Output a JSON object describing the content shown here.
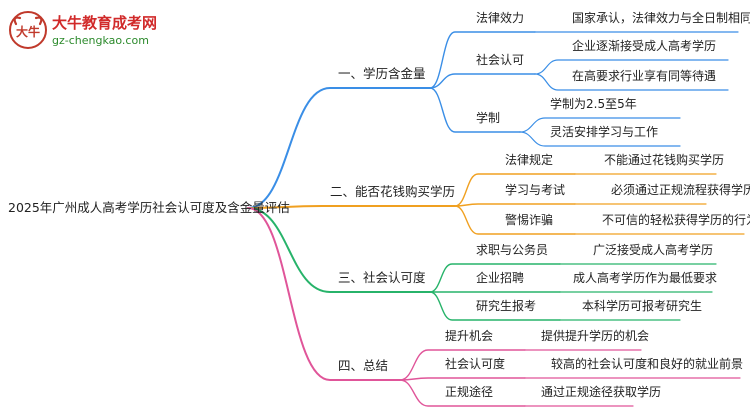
{
  "logo": {
    "mark_text": "大牛",
    "title": "大牛教育成考网",
    "url": "gz-chengkao.com",
    "colors": {
      "title": "#d12a2a",
      "url": "#2b8a2b",
      "mark": "#c0392b"
    }
  },
  "diagram": {
    "root": "2025年广州成人高考学历社会认可度及含金量评估",
    "branches": [
      {
        "label": "一、学历含金量",
        "color": "#3a8ee6",
        "children": [
          {
            "label": "法律效力",
            "leaves": [
              "国家承认，法律效力与全日制相同"
            ]
          },
          {
            "label": "社会认可",
            "leaves": [
              "企业逐渐接受成人高考学历",
              "在高要求行业享有同等待遇"
            ]
          },
          {
            "label": "学制",
            "leaves": [
              "学制为2.5至5年",
              "灵活安排学习与工作"
            ]
          }
        ]
      },
      {
        "label": "二、能否花钱购买学历",
        "color": "#f0a020",
        "children": [
          {
            "label": "法律规定",
            "leaves": [
              "不能通过花钱购买学历"
            ]
          },
          {
            "label": "学习与考试",
            "leaves": [
              "必须通过正规流程获得学历"
            ]
          },
          {
            "label": "警惕诈骗",
            "leaves": [
              "不可信的轻松获得学历的行为"
            ]
          }
        ]
      },
      {
        "label": "三、社会认可度",
        "color": "#27b36a",
        "children": [
          {
            "label": "求职与公务员",
            "leaves": [
              "广泛接受成人高考学历"
            ]
          },
          {
            "label": "企业招聘",
            "leaves": [
              "成人高考学历作为最低要求"
            ]
          },
          {
            "label": "研究生报考",
            "leaves": [
              "本科学历可报考研究生"
            ]
          }
        ]
      },
      {
        "label": "四、总结",
        "color": "#e05599",
        "children": [
          {
            "label": "提升机会",
            "leaves": [
              "提供提升学历的机会"
            ]
          },
          {
            "label": "社会认可度",
            "leaves": [
              "较高的社会认可度和良好的就业前景"
            ]
          },
          {
            "label": "正规途径",
            "leaves": [
              "通过正规途径获取学历"
            ]
          }
        ]
      }
    ]
  }
}
